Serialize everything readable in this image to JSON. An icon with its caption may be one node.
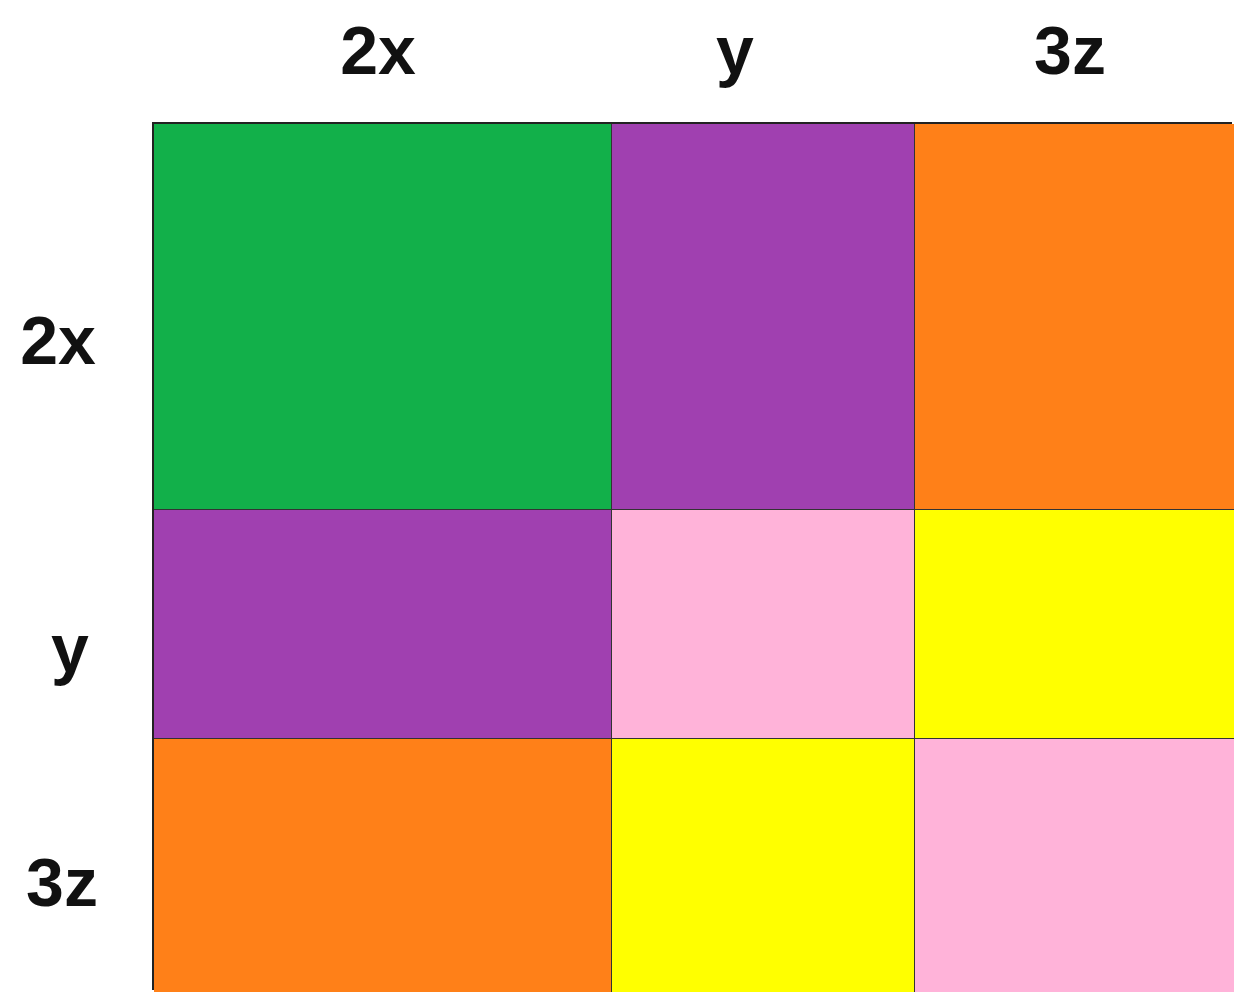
{
  "diagram": {
    "nodes": [
      {
        "text": [],
        "shape": "box"
      },
      {
        "text": [],
        "shape": "box"
      },
      {
        "text": [],
        "shape": "box"
      },
      {
        "text": [],
        "shape": "box"
      },
      {
        "text": [],
        "shape": "box"
      },
      {
        "text": [],
        "shape": "box"
      },
      {
        "text": [],
        "shape": "box"
      },
      {
        "text": [],
        "shape": "box"
      },
      {
        "text": [],
        "shape": "box"
      }
    ],
    "labels": [
      "2x",
      "y",
      "3z",
      "2x",
      "y",
      "3z"
    ]
  }
}
